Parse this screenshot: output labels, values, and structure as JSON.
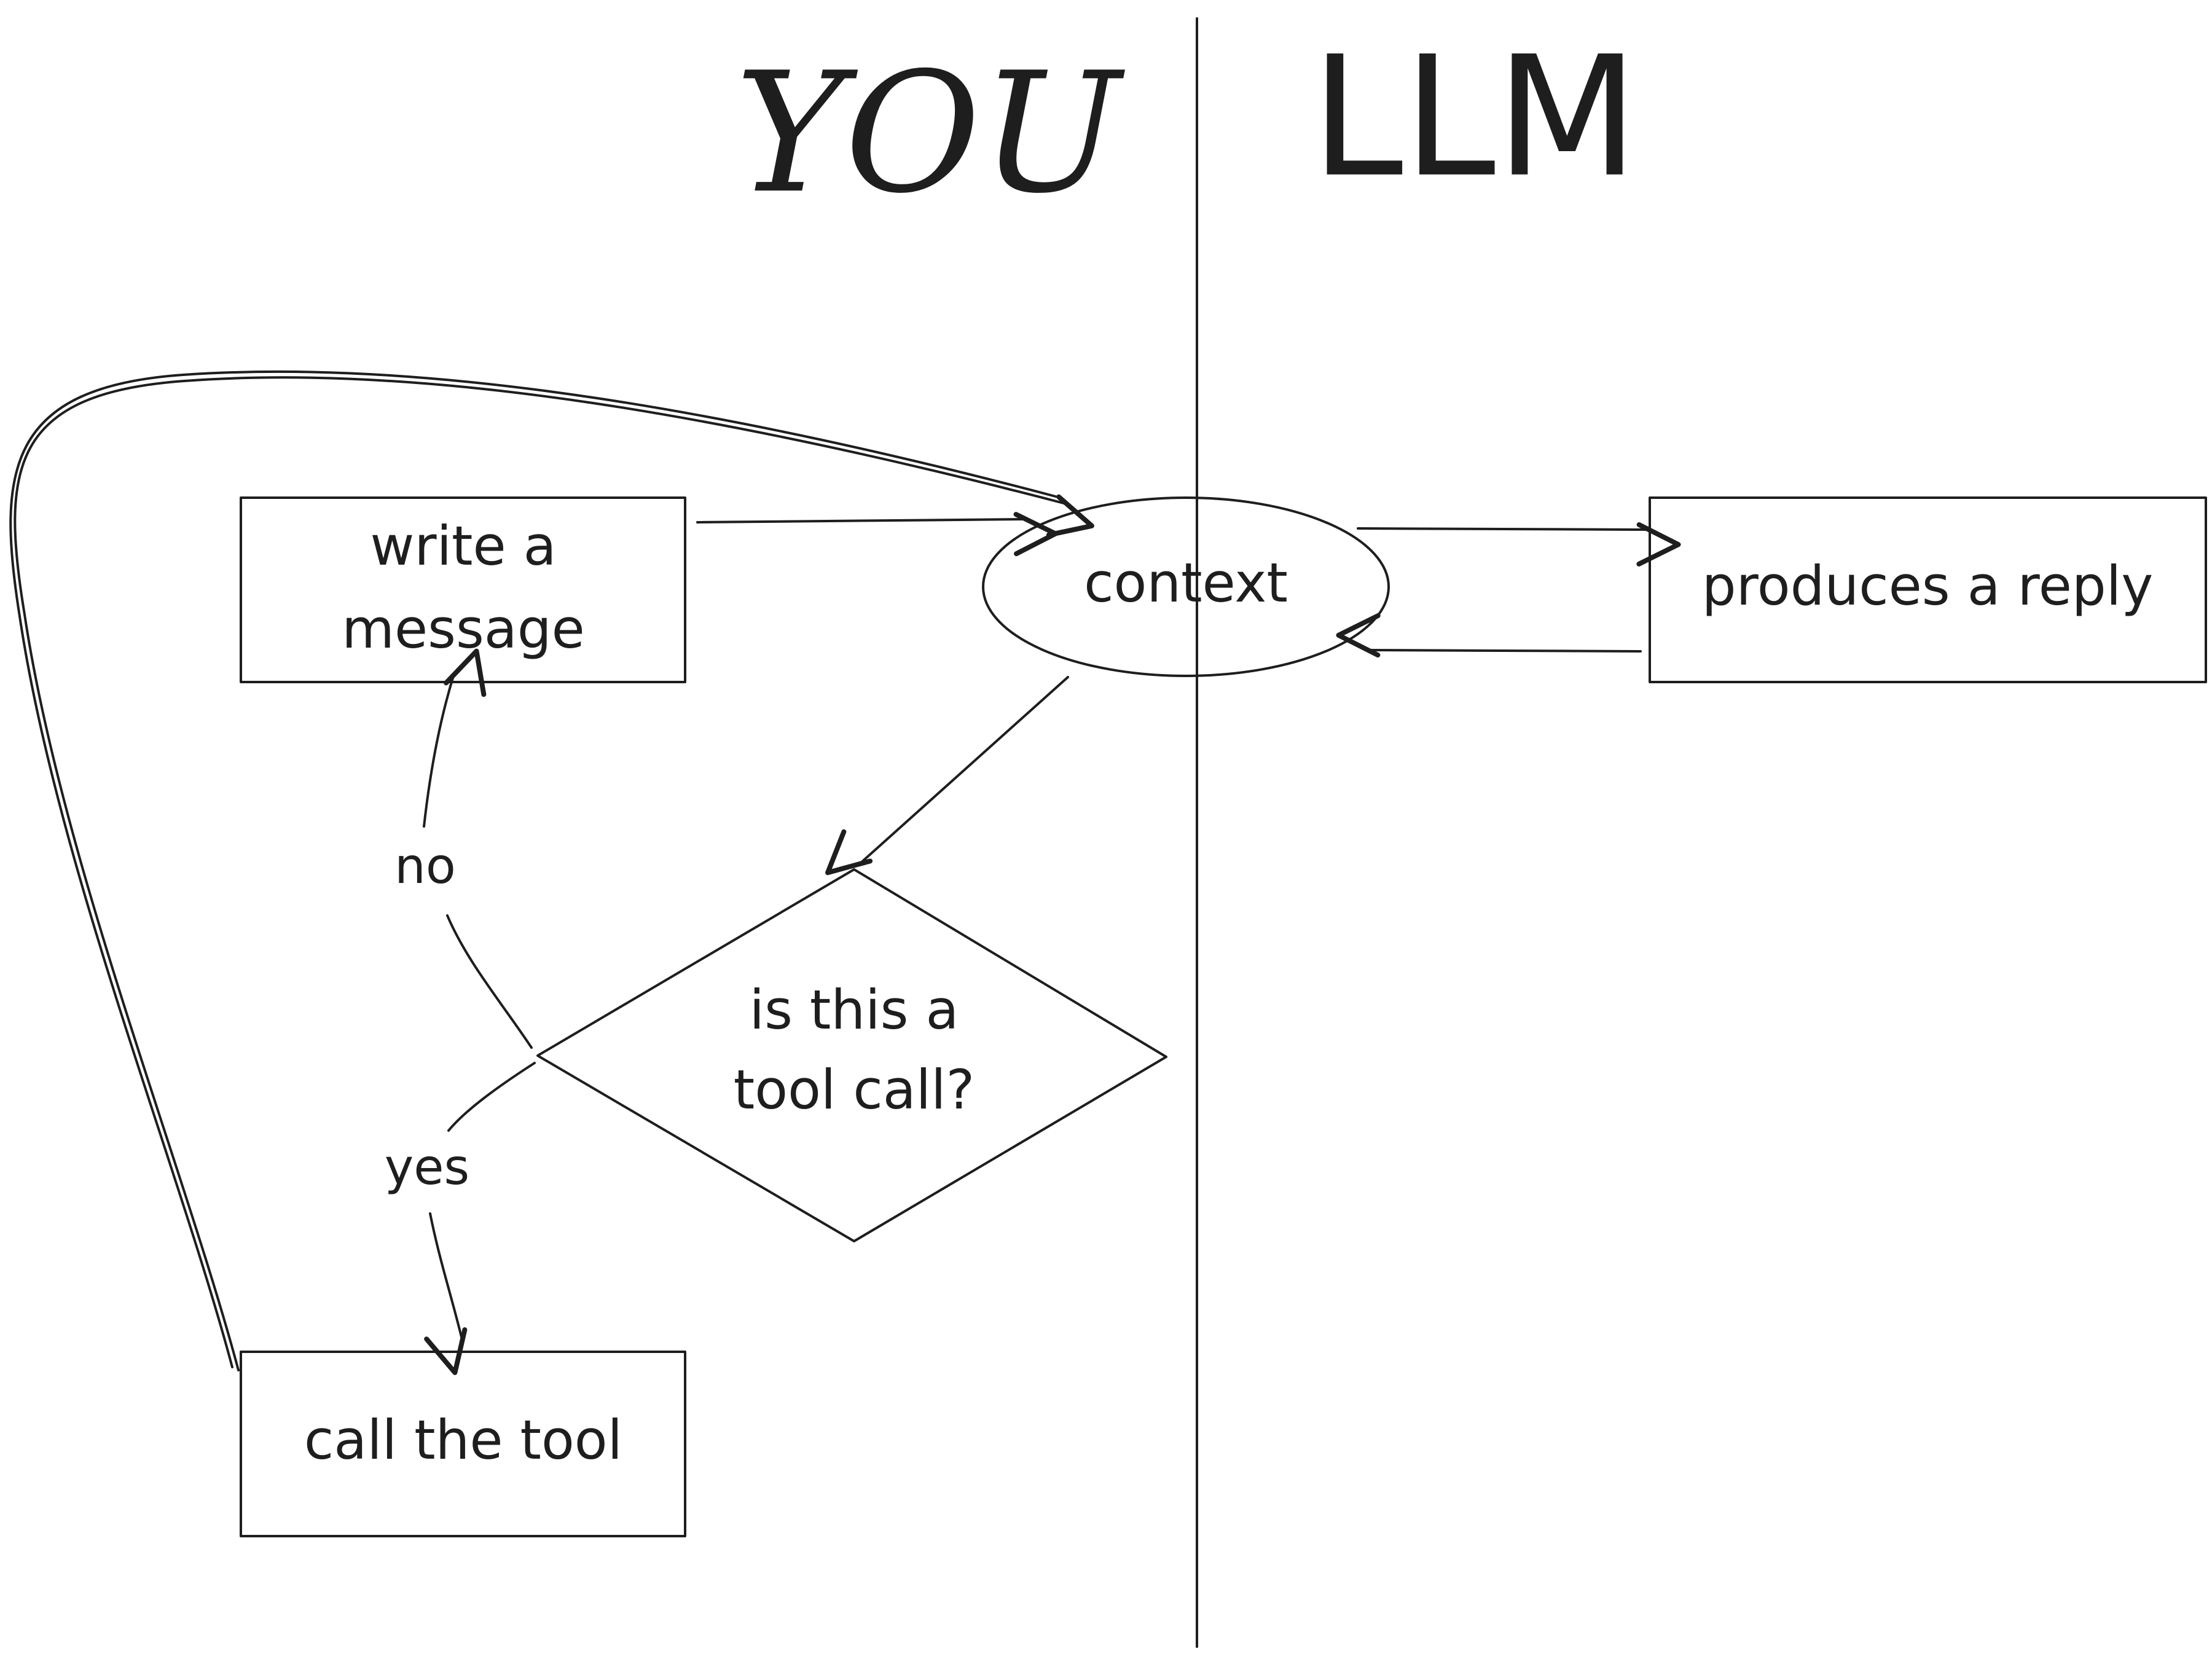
{
  "lanes": {
    "left": {
      "title": "YOU"
    },
    "right": {
      "title": "LLM"
    }
  },
  "nodes": {
    "write_message": {
      "line1": "write a",
      "line2": "message"
    },
    "context": {
      "label": "context"
    },
    "produces_reply": {
      "label": "produces a reply"
    },
    "decision": {
      "line1": "is this a",
      "line2": "tool call?"
    },
    "call_tool": {
      "label": "call the tool"
    }
  },
  "edges": {
    "no": "no",
    "yes": "yes"
  },
  "colors": {
    "ink": "#1e1e1e",
    "background": "#ffffff"
  }
}
